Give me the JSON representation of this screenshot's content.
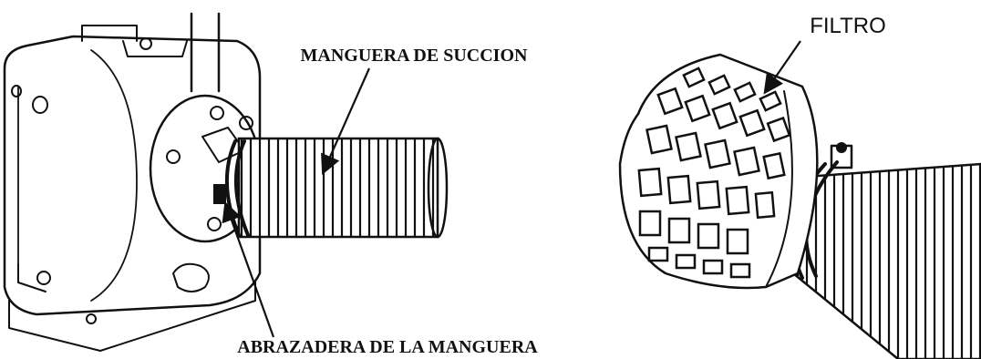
{
  "labels": {
    "suction_hose": "MANGUERA DE SUCCION",
    "hose_clamp": "ABRAZADERA DE LA MANGUERA",
    "filter": "FILTRO"
  }
}
